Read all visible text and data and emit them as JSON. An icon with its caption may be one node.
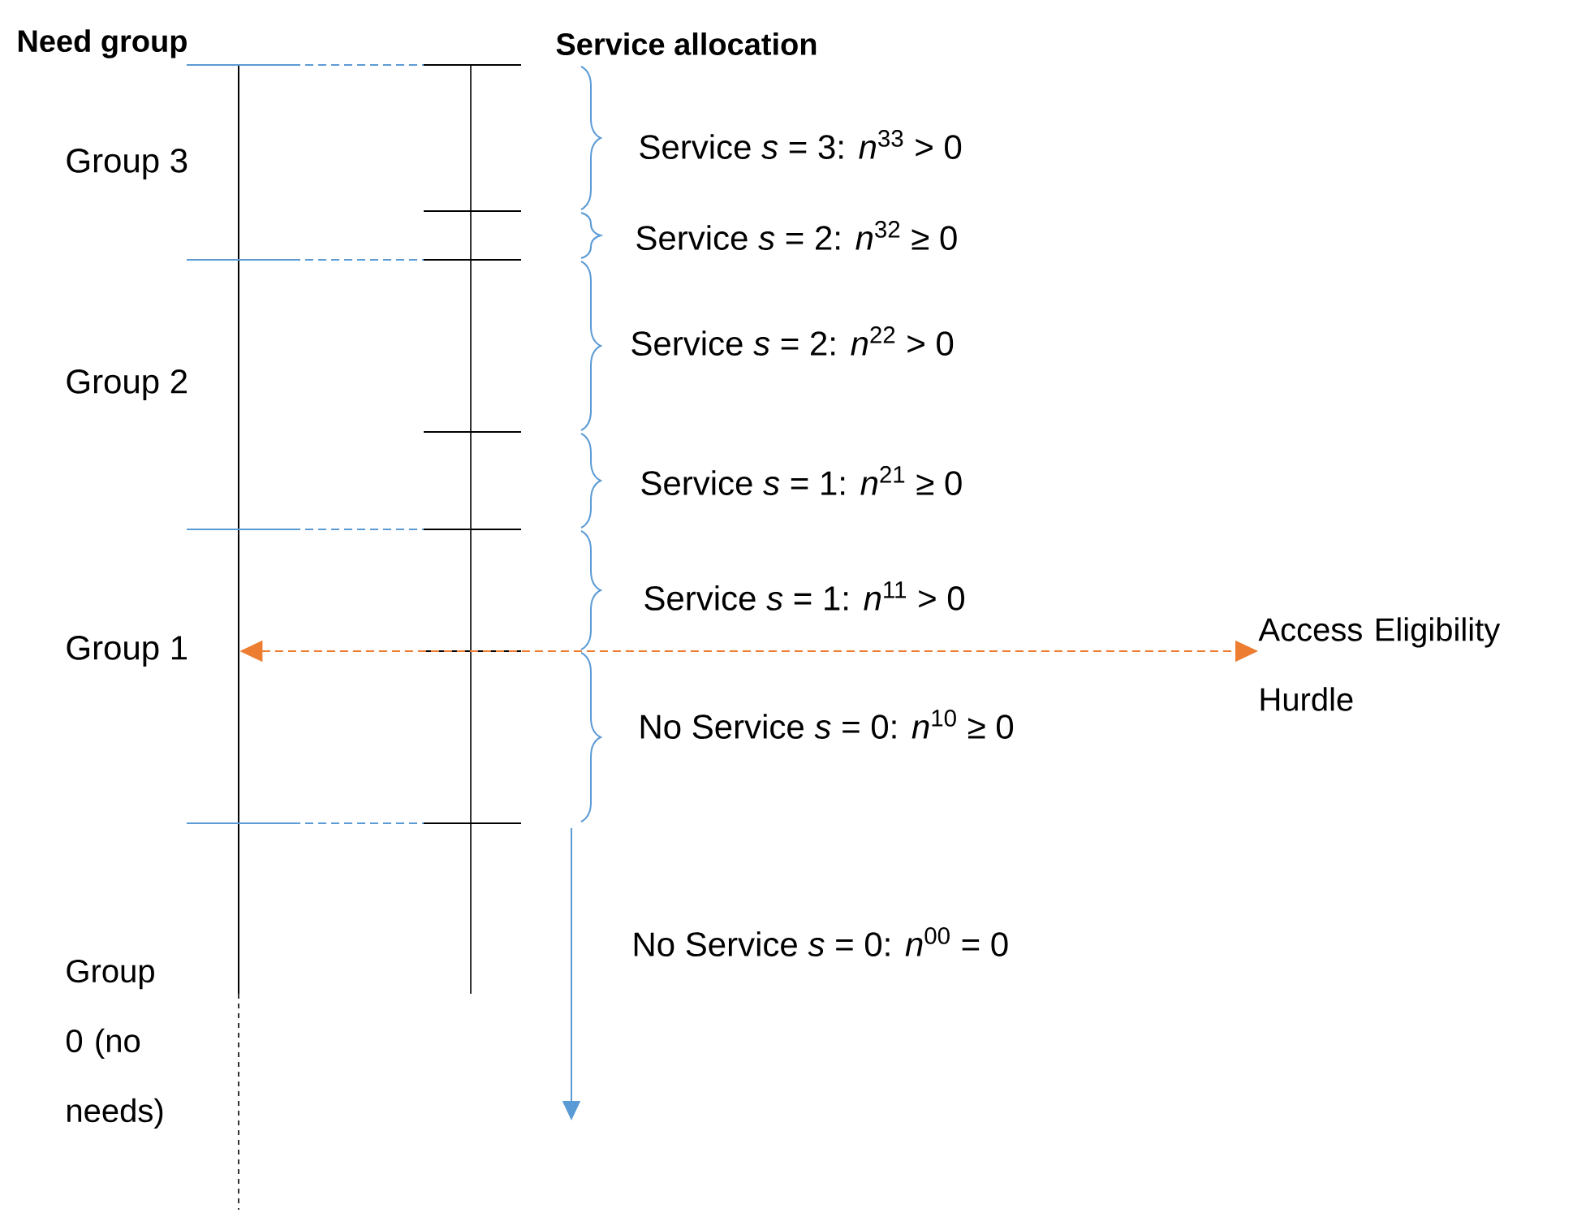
{
  "diagram": {
    "nodes": [
      {
        "text": [
          "Access Eligibility Hurdle"
        ]
      },
      {
        "text": [],
        "shape": "bar"
      }
    ],
    "edges": [
      {
        "from": 1,
        "to": 0,
        "arrow": "both",
        "style": "dashed",
        "color": "#ed7d31"
      }
    ],
    "labels": [
      "Need group",
      "Service allocation",
      "Group 3",
      "Service *s* = 3: *n*$^{33}$ > 0",
      "Service *s* = 2: *n*$^{32}$ ≥ 0",
      "Service *s* = 2: *n*$^{22}$ > 0",
      "Group 2",
      "Service *s* = 1: *n*$^{21}$ ≥ 0",
      "Service *s* = 1: *n*$^{11}$ > 0",
      "Group 1",
      "No Service *s* = 0: *n*$^{10}$ ≥ 0",
      "No Service *s* = 0: *n*$^{00}$ = 0",
      "Group 0 (no needs)"
    ]
  }
}
